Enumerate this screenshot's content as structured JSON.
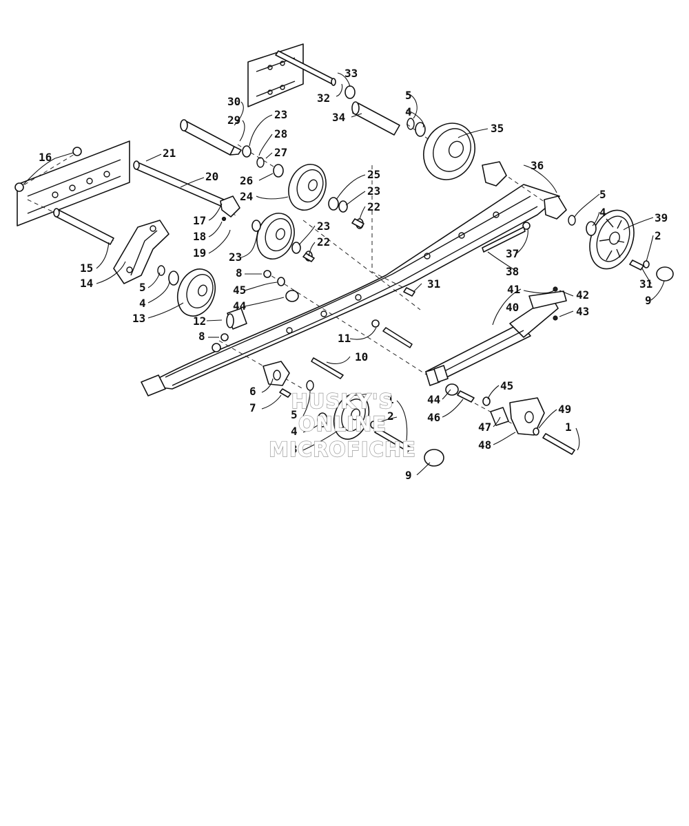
{
  "watermark": {
    "line1": "HUSKY'S",
    "line2": "ONLINE",
    "line3": "MICROFICHE"
  },
  "callouts": {
    "c1a": "1",
    "c1b": "1",
    "c2a": "2",
    "c2b": "2",
    "c3": "3",
    "c4a": "4",
    "c4b": "4",
    "c4c": "4",
    "c4d": "4",
    "c5a": "5",
    "c5b": "5",
    "c5c": "5",
    "c5d": "5",
    "c6": "6",
    "c7": "7",
    "c8a": "8",
    "c8b": "8",
    "c9a": "9",
    "c9b": "9",
    "c10": "10",
    "c11": "11",
    "c12": "12",
    "c13": "13",
    "c14": "14",
    "c15": "15",
    "c16": "16",
    "c17": "17",
    "c18": "18",
    "c19": "19",
    "c20": "20",
    "c21": "21",
    "c22a": "22",
    "c22b": "22",
    "c23a": "23",
    "c23b": "23",
    "c23c": "23",
    "c23d": "23",
    "c24": "24",
    "c25": "25",
    "c26": "26",
    "c27": "27",
    "c28": "28",
    "c29": "29",
    "c30": "30",
    "c31a": "31",
    "c31b": "31",
    "c32": "32",
    "c33": "33",
    "c34": "34",
    "c35": "35",
    "c36": "36",
    "c37": "37",
    "c38": "38",
    "c39": "39",
    "c40": "40",
    "c41": "41",
    "c42": "42",
    "c43": "43",
    "c44a": "44",
    "c44b": "44",
    "c45a": "45",
    "c45b": "45",
    "c46": "46",
    "c47": "47",
    "c48": "48",
    "c49": "49"
  }
}
